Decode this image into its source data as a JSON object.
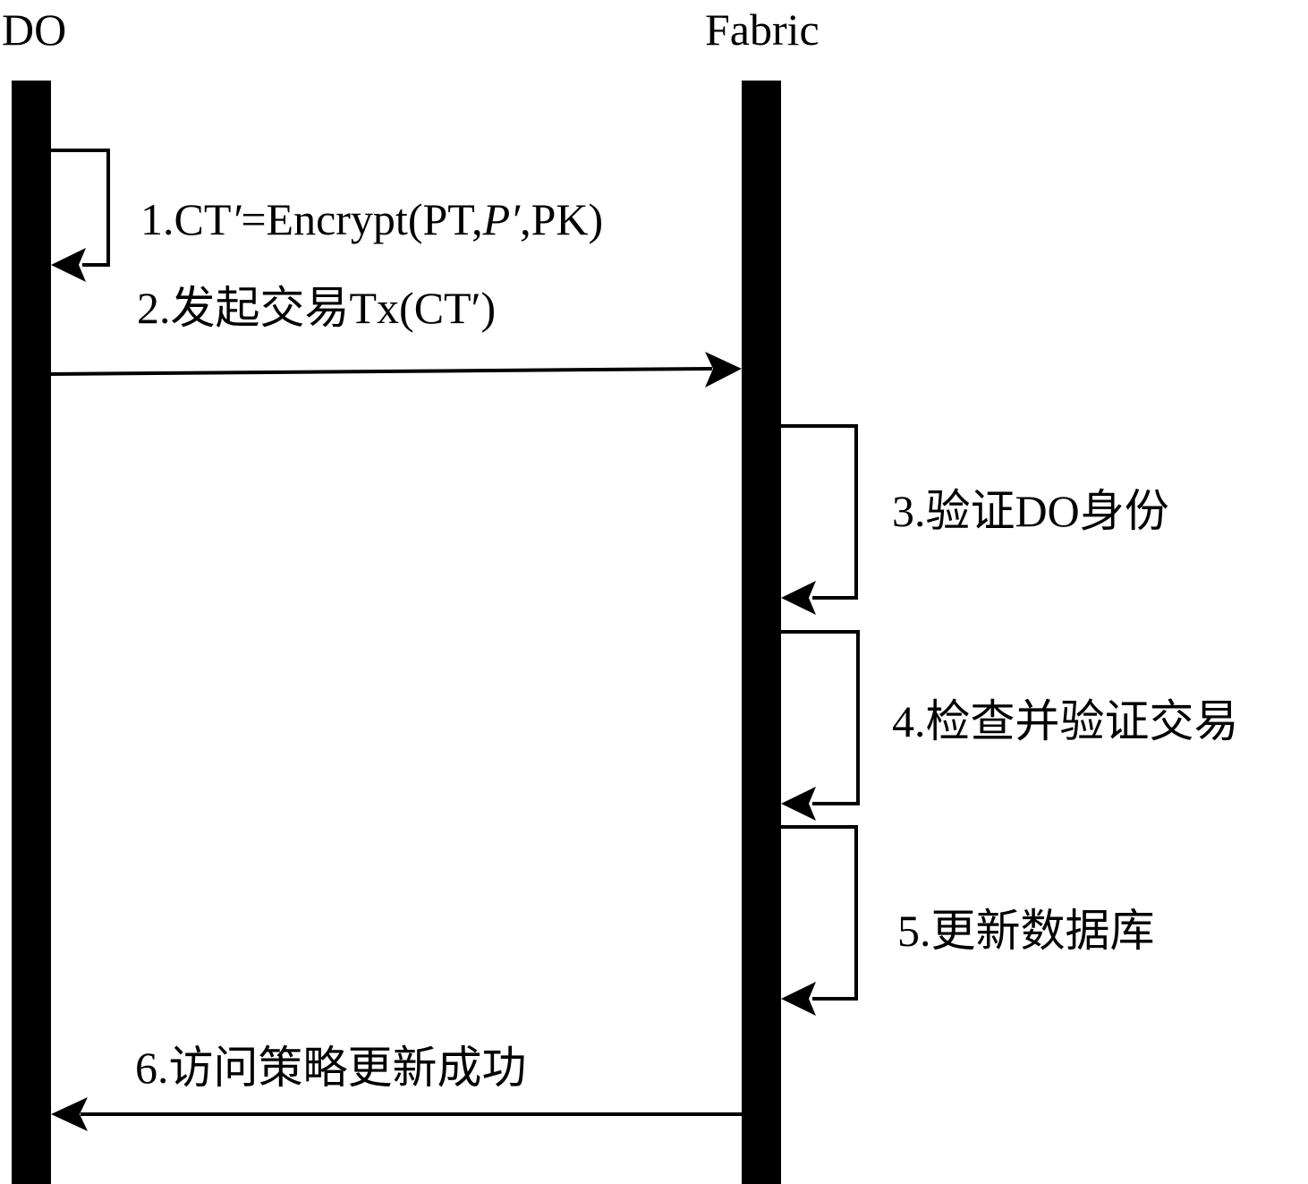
{
  "participants": {
    "do": "DO",
    "fabric": "Fabric"
  },
  "steps": {
    "s1": {
      "prefix": "1.CT",
      "prime1": "′",
      "middle": "=Encrypt(PT,",
      "p_italic": "P′",
      "suffix": ",PK)"
    },
    "s2": "2.发起交易Tx(CT′)",
    "s3": "3.验证DO身份",
    "s4": "4.检查并验证交易",
    "s5": "5.更新数据库",
    "s6": "6.访问策略更新成功"
  }
}
